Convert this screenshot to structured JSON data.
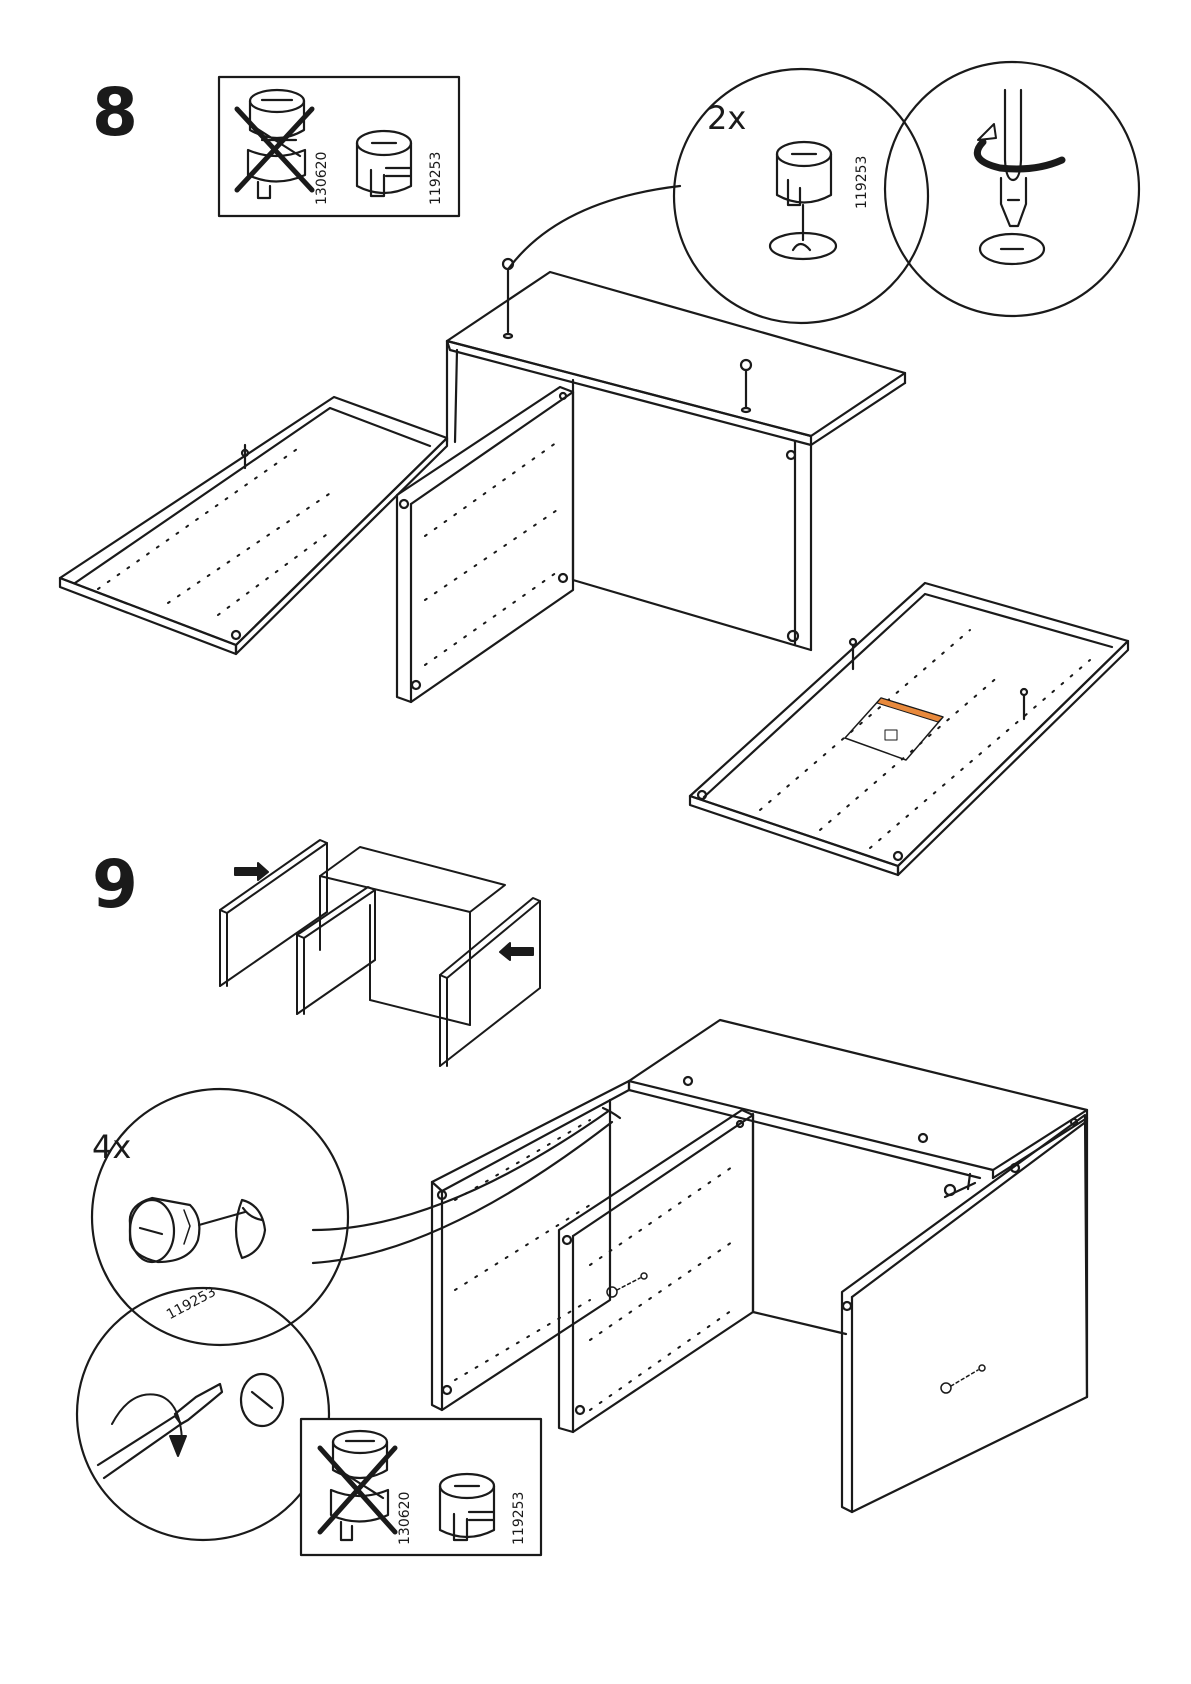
{
  "steps": [
    {
      "number": "8",
      "quantity": "2x"
    },
    {
      "number": "9",
      "quantity": "4x"
    }
  ],
  "fittings": {
    "avoid_part": "130620",
    "use_part": "119253"
  },
  "icons": [
    "cam-lock-icon",
    "cross-out-icon",
    "screwdriver-icon",
    "rotate-arrow-icon",
    "push-arrow-icon",
    "dowel-icon",
    "label-sticker-icon"
  ],
  "colors": {
    "ink": "#1a1a1a",
    "paper": "#ffffff",
    "label_accent": "#e8893c"
  }
}
